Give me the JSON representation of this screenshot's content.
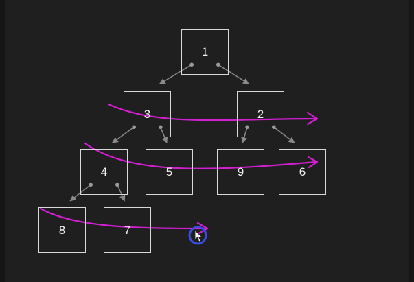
{
  "diagram": {
    "nodes": [
      {
        "id": "n1",
        "label": "1"
      },
      {
        "id": "n3",
        "label": "3"
      },
      {
        "id": "n2",
        "label": "2"
      },
      {
        "id": "n4",
        "label": "4"
      },
      {
        "id": "n5",
        "label": "5"
      },
      {
        "id": "n9",
        "label": "9"
      },
      {
        "id": "n6",
        "label": "6"
      },
      {
        "id": "n8",
        "label": "8"
      },
      {
        "id": "n7",
        "label": "7"
      }
    ],
    "edges": [
      {
        "from": "n1",
        "to": "n3"
      },
      {
        "from": "n1",
        "to": "n2"
      },
      {
        "from": "n3",
        "to": "n4"
      },
      {
        "from": "n3",
        "to": "n5"
      },
      {
        "from": "n2",
        "to": "n9"
      },
      {
        "from": "n2",
        "to": "n6"
      },
      {
        "from": "n4",
        "to": "n8"
      },
      {
        "from": "n4",
        "to": "n7"
      }
    ],
    "colors": {
      "background": "#1f1f20",
      "node_border": "#d9d9d9",
      "edge": "#8a8a8a",
      "annotation": "#d21fd2",
      "cursor_ring": "#3a4de0"
    },
    "annotation_arrows": 3,
    "cursor_icon": "mouse-pointer-icon"
  }
}
